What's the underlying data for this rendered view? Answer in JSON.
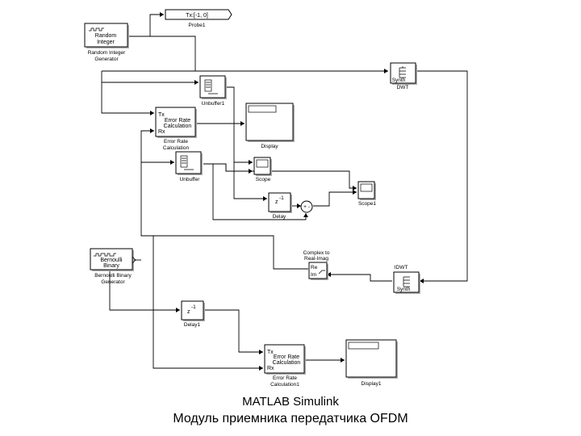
{
  "caption": {
    "line1": "MATLAB Simulink",
    "line2": "Модуль приемника передатчика OFDM"
  },
  "blocks": {
    "random_integer": {
      "inner": [
        "Random",
        "Integer"
      ],
      "label": [
        "Random Integer",
        "Generator"
      ]
    },
    "probe1": {
      "inner": "Tx:[-1, 0]",
      "label": "Probe1"
    },
    "dwt": {
      "inner": "Synth",
      "label": "DWT"
    },
    "unbuffer1": {
      "label": "Unbuffer1"
    },
    "error_rate": {
      "inner": [
        "Tx",
        "Error Rate",
        "Calculation",
        "Rx"
      ],
      "label": [
        "Error Rate",
        "Calculation"
      ]
    },
    "display": {
      "label": "Display"
    },
    "unbuffer": {
      "label": "Unbuffer"
    },
    "scope": {
      "label": "Scope"
    },
    "delay": {
      "inner": "z",
      "sup": "-1",
      "label": "Delay"
    },
    "scope1": {
      "label": "Scope1"
    },
    "sum": {
      "signs": "+ -"
    },
    "bernoulli": {
      "inner": [
        "Bernoulli",
        "Binary"
      ],
      "label": [
        "Bernoulli Binary",
        "Generator"
      ]
    },
    "complex_to_real": {
      "label": [
        "Complex to",
        "Real-Imag"
      ],
      "inner": [
        "Re",
        "Im"
      ]
    },
    "idwt": {
      "label": "IDWT",
      "inner": "Synth"
    },
    "delay1": {
      "inner": "z",
      "sup": "-1",
      "label": "Delay1"
    },
    "error_rate1": {
      "inner": [
        "Tx",
        "Error Rate",
        "Calculation",
        "Rx"
      ],
      "label": [
        "Error Rate",
        "Calculation1"
      ]
    },
    "display1": {
      "label": "Display1"
    }
  }
}
